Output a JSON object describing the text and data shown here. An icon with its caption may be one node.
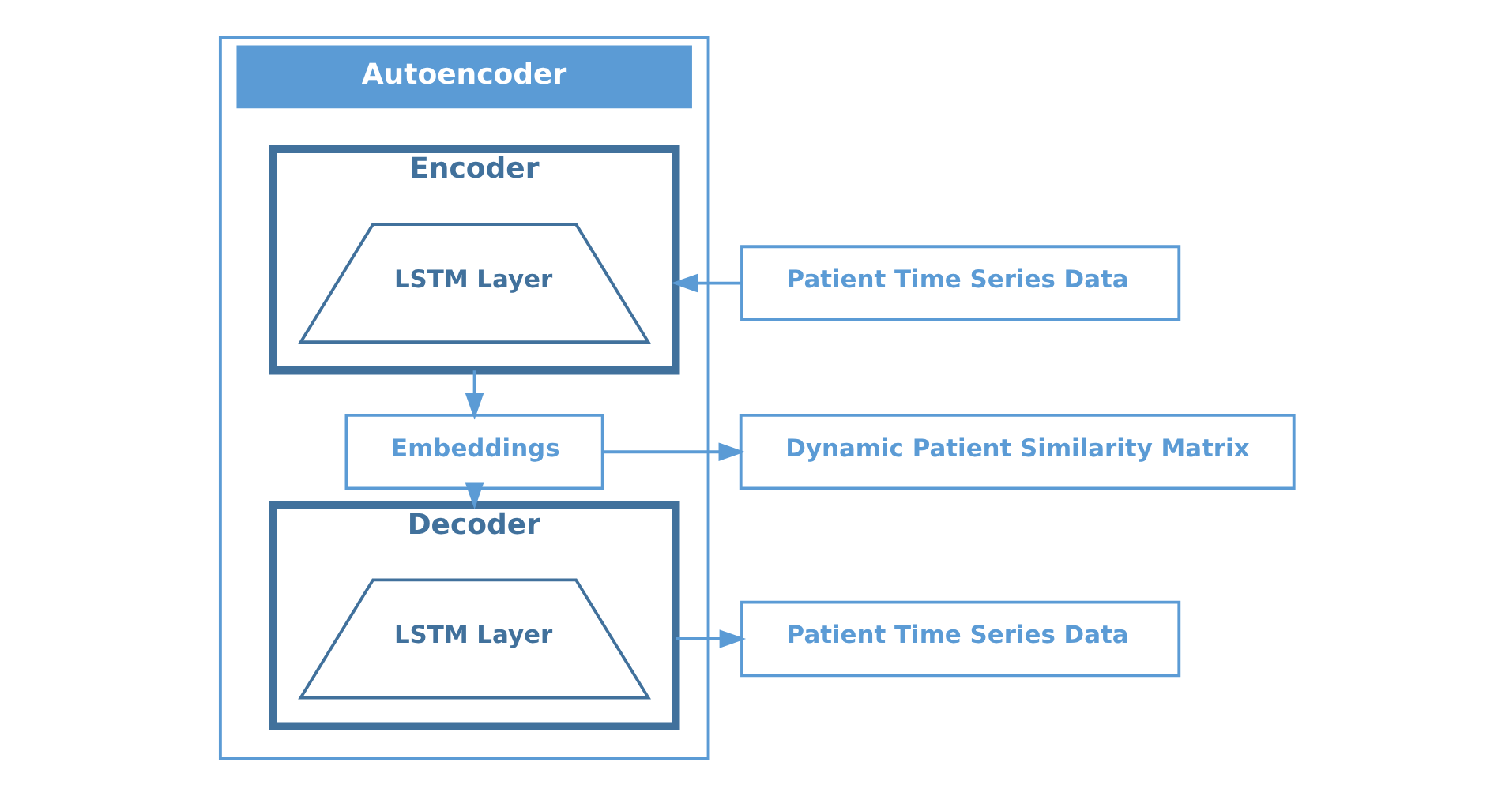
{
  "diagram": {
    "nodes": [
      {
        "text": [
          "Autoencoder"
        ]
      },
      {
        "text": [
          "Encoder"
        ],
        "in": 0
      },
      {
        "text": [
          "LSTM Layer"
        ],
        "in": 1
      },
      {
        "text": [
          "Embeddings"
        ],
        "in": 0
      },
      {
        "text": [
          "Decoder"
        ],
        "in": 0
      },
      {
        "text": [
          "LSTM Layer"
        ],
        "in": 4
      },
      {
        "text": [
          "Patient Time Series Data"
        ]
      },
      {
        "text": [
          "Dynamic Patient Similarity Matrix"
        ]
      },
      {
        "text": [
          "Patient Time Series Data"
        ]
      }
    ],
    "edges": [
      {
        "from": 6,
        "to": 1,
        "arrow": "to"
      },
      {
        "from": 1,
        "to": 3,
        "arrow": "to"
      },
      {
        "from": 3,
        "to": 7,
        "arrow": "to"
      },
      {
        "from": 3,
        "to": 4,
        "arrow": "to"
      },
      {
        "from": 4,
        "to": 8,
        "arrow": "to"
      }
    ]
  }
}
